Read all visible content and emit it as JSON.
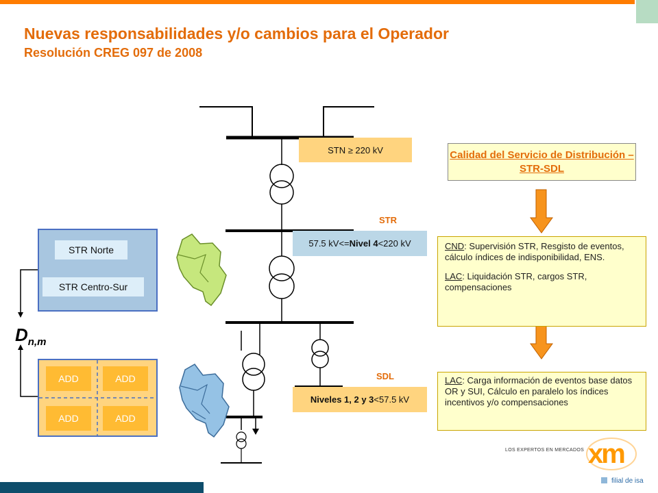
{
  "title": "Nuevas responsabilidades y/o cambios para el Operador",
  "subtitle": "Resolución CREG 097 de 2008",
  "levels": {
    "stn": "STN ≥ 220 kV",
    "nivel4_prefix": "57.5 kV<=",
    "nivel4_bold": "Nivel 4",
    "nivel4_suffix": "<220 kV",
    "niveles_bold": "Niveles 1, 2 y 3",
    "niveles_suffix": " <57.5 kV"
  },
  "section_labels": {
    "str": "STR",
    "sdl": "SDL"
  },
  "quality_title": "Calidad del Servicio de Distribución – STR-SDL",
  "cnd_box": {
    "cnd_key": "CND",
    "cnd_text": ": Supervisión STR, Resgisto de eventos, cálculo índices de indisponibilidad, ENS.",
    "lac_key": "LAC",
    "lac_text": ": Liquidación STR, cargos STR, compensaciones"
  },
  "lac_box": {
    "lac_key": "LAC",
    "lac_text": ": Carga información de eventos base datos OR y SUI, Cálculo en paralelo los índices incentivos y/o compensaciones"
  },
  "str_regions": {
    "norte": "STR Norte",
    "centro_sur": "STR Centro-Sur"
  },
  "add_label": "ADD",
  "dnm": {
    "base": "D",
    "sub": "n,m"
  },
  "logo": {
    "tagline": "LOS EXPERTOS EN MERCADOS",
    "mark": "xm",
    "filial": "filial de isa"
  },
  "colors": {
    "accent": "#e36c0a",
    "orange_bar": "#ff7c00",
    "yellow": "#ffd47f",
    "blue_light": "#bbd7e7",
    "arrow": "#f7941d"
  }
}
